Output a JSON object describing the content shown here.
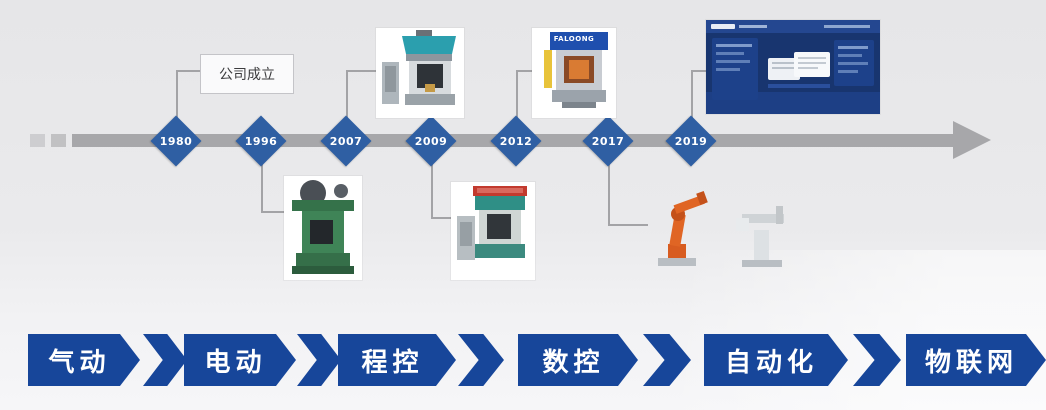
{
  "timeline": {
    "milestones": [
      {
        "year": "1980",
        "label": "公司成立",
        "side": "top"
      },
      {
        "year": "1996",
        "image": "friction-screw-press",
        "side": "bottom"
      },
      {
        "year": "2007",
        "image": "electric-screw-press",
        "side": "top"
      },
      {
        "year": "2009",
        "image": "cnc-screw-press",
        "side": "bottom"
      },
      {
        "year": "2012",
        "image": "servo-press",
        "brand": "FALOONG",
        "side": "top"
      },
      {
        "year": "2017",
        "image": "industrial-robots",
        "side": "bottom"
      },
      {
        "year": "2019",
        "image": "iot-cloud-dashboard",
        "side": "top"
      }
    ]
  },
  "stages": [
    {
      "label": "气动"
    },
    {
      "label": "电动"
    },
    {
      "label": "程控"
    },
    {
      "label": "数控"
    },
    {
      "label": "自动化"
    },
    {
      "label": "物联网"
    }
  ],
  "colors": {
    "node_blue": "#2f5fa3",
    "stage_blue": "#17469a",
    "timeline_gray": "#a7a7aa",
    "background": "#e9e9eb"
  }
}
